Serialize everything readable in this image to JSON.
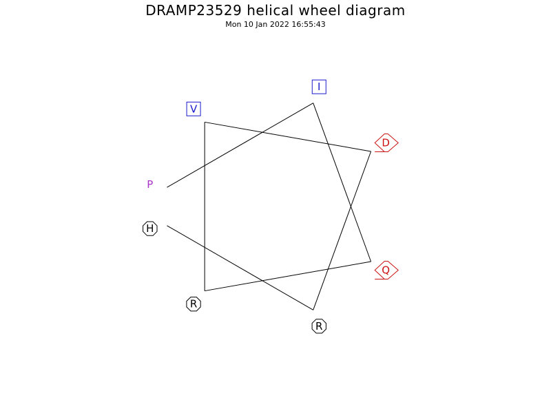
{
  "title": "DRAMP23529 helical wheel diagram",
  "timestamp": "Mon 10 Jan 2022 16:55:43",
  "residues": [
    {
      "letter": "P",
      "color": "#aa33cc",
      "marker": "none"
    },
    {
      "letter": "I",
      "color": "#1a1acc",
      "marker": "square"
    },
    {
      "letter": "Q",
      "color": "#cc1111",
      "marker": "pentagon"
    },
    {
      "letter": "R",
      "color": "#000000",
      "marker": "octagon"
    },
    {
      "letter": "V",
      "color": "#1a1acc",
      "marker": "square"
    },
    {
      "letter": "D",
      "color": "#cc1111",
      "marker": "pentagon"
    },
    {
      "letter": "R",
      "color": "#000000",
      "marker": "octagon"
    },
    {
      "letter": "H",
      "color": "#000000",
      "marker": "octagon"
    }
  ]
}
